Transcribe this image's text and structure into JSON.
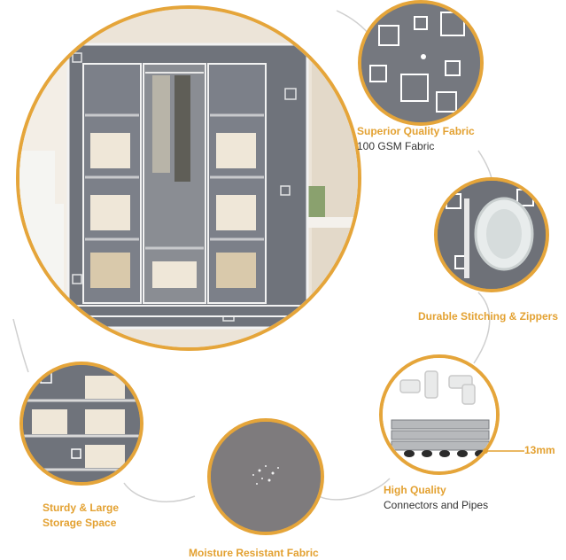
{
  "colors": {
    "accent": "#e5a53a",
    "fabric": "#7d8088",
    "text_accent": "#e3a131",
    "text_dark": "#333333"
  },
  "features": {
    "fabric": {
      "title": "Superior Quality Fabric",
      "subtitle": "100 GSM Fabric"
    },
    "stitching": {
      "title": "Durable Stitching & Zippers"
    },
    "connectors": {
      "title": "High Quality",
      "subtitle": "Connectors and Pipes",
      "measure": "13mm"
    },
    "moisture": {
      "title": "Moisture Resistant Fabric"
    },
    "storage": {
      "title_line1": "Sturdy & Large",
      "title_line2": "Storage Space"
    }
  }
}
